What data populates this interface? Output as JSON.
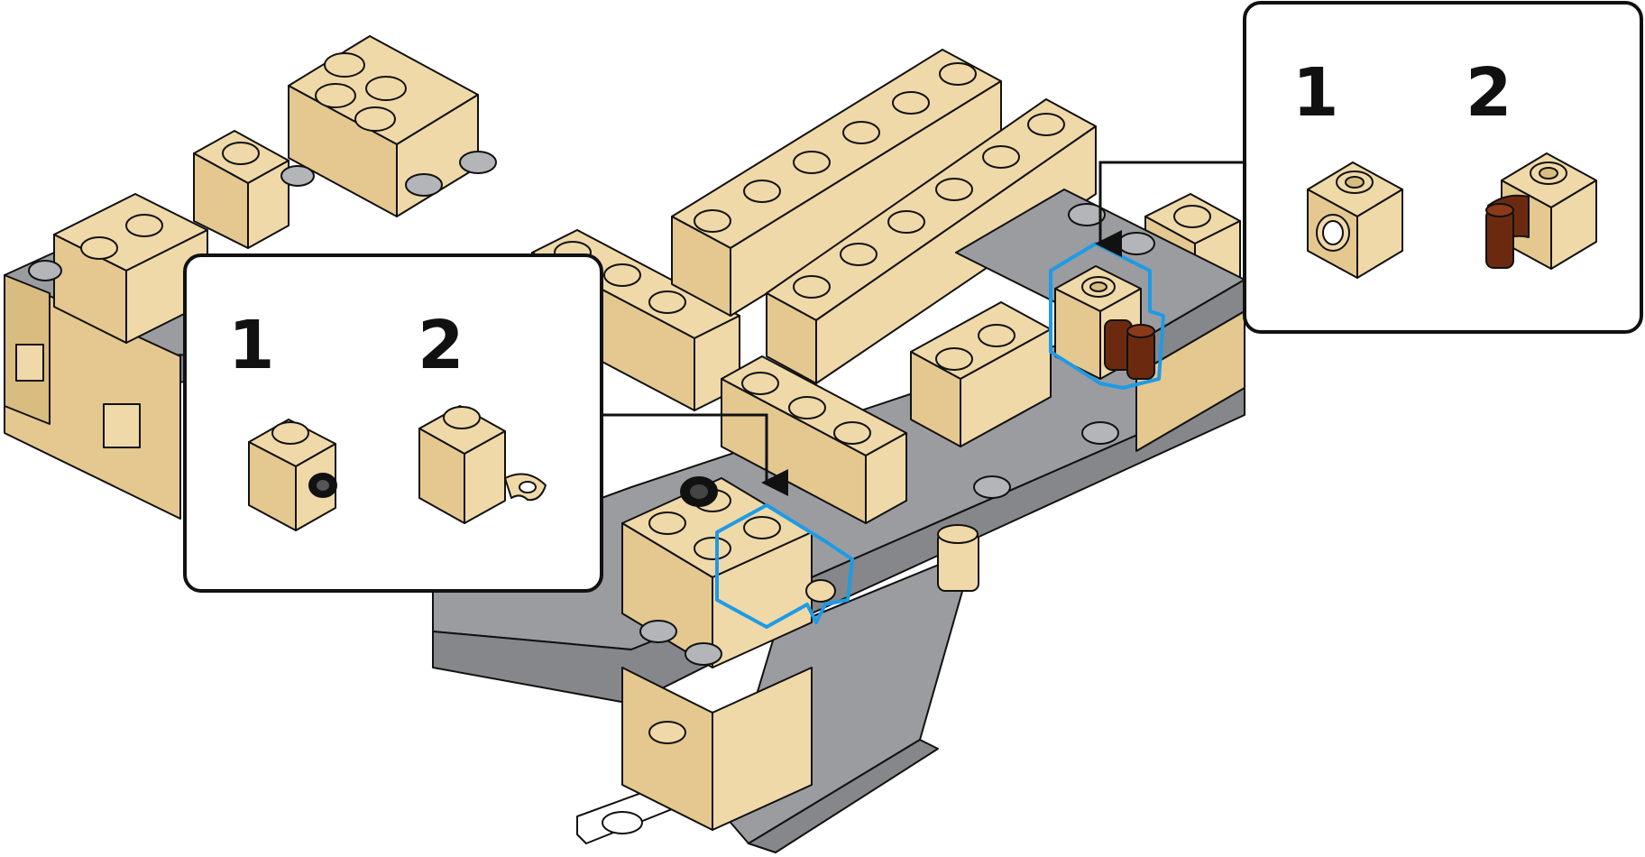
{
  "colors": {
    "tan": "#f0d9a8",
    "tan_side": "#e4c88f",
    "tan_dark": "#d9bc80",
    "gray": "#9a9ca0",
    "gray_side": "#85878b",
    "gray_light": "#b3b5b8",
    "highlight": "#1e9be6",
    "brown": "#6b2a10",
    "black": "#111111",
    "white": "#ffffff"
  },
  "callouts": [
    {
      "id": "left",
      "steps": [
        {
          "number": "1",
          "part_icon": "brick-1x1-with-side-stud-icon"
        },
        {
          "number": "2",
          "part_icon": "brick-1x1-with-clip-icon"
        }
      ]
    },
    {
      "id": "right",
      "steps": [
        {
          "number": "1",
          "part_icon": "technic-brick-1x1-with-hole-icon"
        },
        {
          "number": "2",
          "part_icon": "brick-1x1-with-brown-pin-icon"
        }
      ]
    }
  ]
}
